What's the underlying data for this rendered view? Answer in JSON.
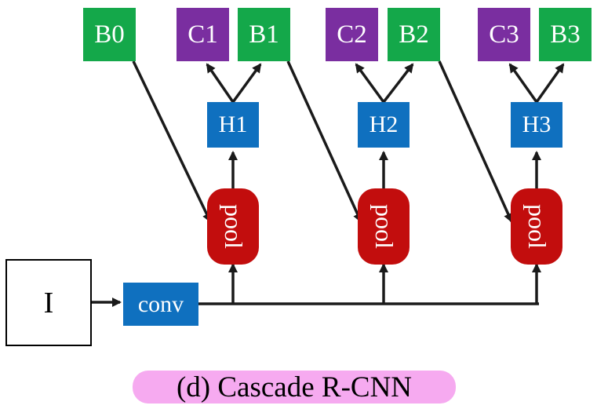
{
  "nodes": {
    "input": "I",
    "conv": "conv",
    "b0": "B0",
    "stages": [
      {
        "head": "H1",
        "cls": "C1",
        "box": "B1",
        "pool": "pool"
      },
      {
        "head": "H2",
        "cls": "C2",
        "box": "B2",
        "pool": "pool"
      },
      {
        "head": "H3",
        "cls": "C3",
        "box": "B3",
        "pool": "pool"
      }
    ]
  },
  "caption": "(d) Cascade R-CNN",
  "colors": {
    "box_output": "#14a84a",
    "class_output": "#7a2ea0",
    "head": "#0f70bf",
    "pool": "#c20d0d",
    "caption_highlight": "#f6aaf0"
  }
}
